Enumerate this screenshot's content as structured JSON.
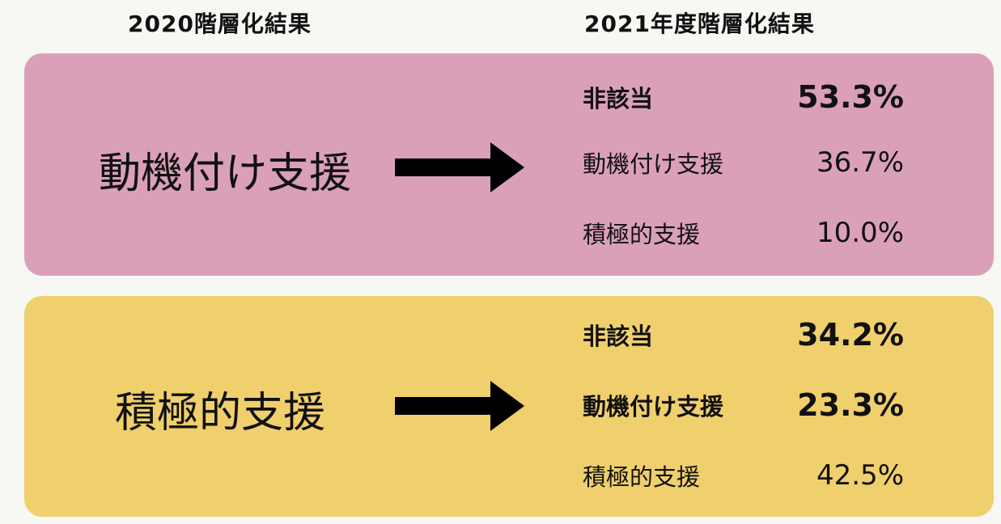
{
  "headers": {
    "left": "2020階層化結果",
    "right": "2021年度階層化結果"
  },
  "groups": [
    {
      "source": "動機付け支援",
      "background": "#dba0b9",
      "results": [
        {
          "label": "非該当",
          "value": "53.3%",
          "emphasis": true
        },
        {
          "label": "動機付け支援",
          "value": "36.7%",
          "emphasis": false
        },
        {
          "label": "積極的支援",
          "value": "10.0%",
          "emphasis": false
        }
      ]
    },
    {
      "source": "積極的支援",
      "background": "#f0cf6d",
      "results": [
        {
          "label": "非該当",
          "value": "34.2%",
          "emphasis": true
        },
        {
          "label": "動機付け支援",
          "value": "23.3%",
          "emphasis": true
        },
        {
          "label": "積極的支援",
          "value": "42.5%",
          "emphasis": false
        }
      ]
    }
  ]
}
